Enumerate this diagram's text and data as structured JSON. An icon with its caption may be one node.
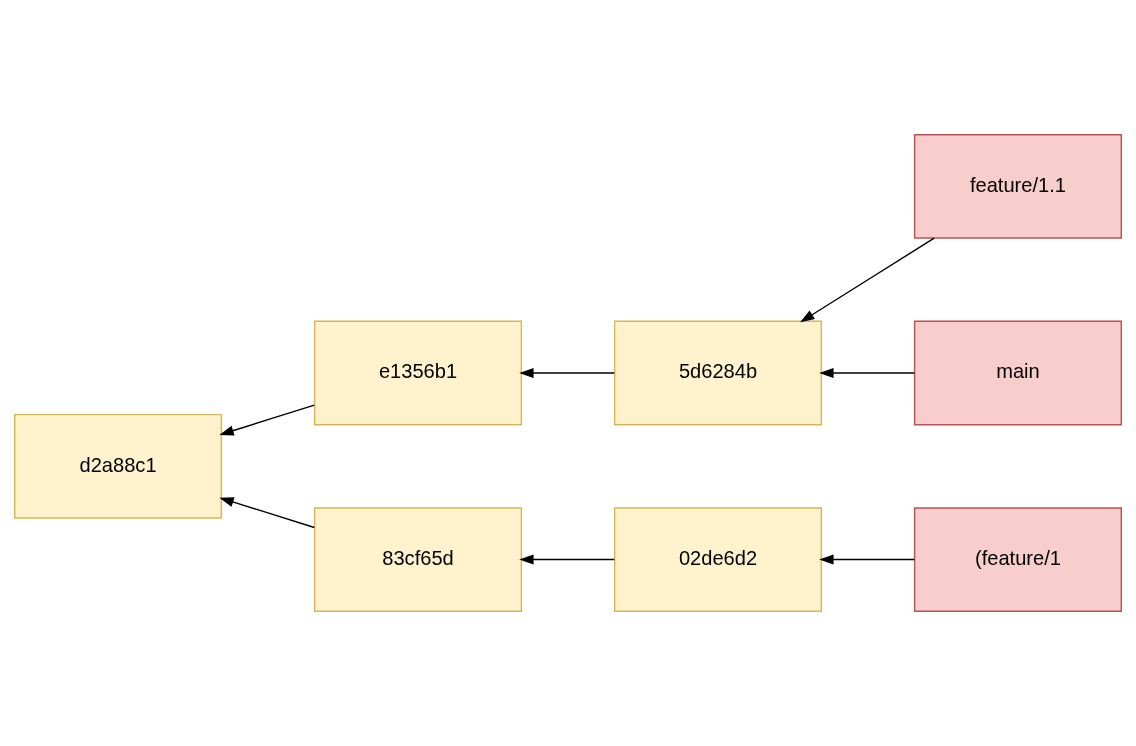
{
  "diagram": {
    "nodes": [
      {
        "text": [
          "feature/1.1"
        ]
      },
      {
        "text": [
          "main"
        ]
      },
      {
        "text": [
          "e1356b1"
        ]
      },
      {
        "text": [
          "5d6284b"
        ]
      },
      {
        "text": [
          "d2a88c1"
        ]
      },
      {
        "text": [
          "(feature/1"
        ]
      },
      {
        "text": [
          "83cf65d"
        ]
      },
      {
        "text": [
          "02de6d2"
        ]
      }
    ],
    "edges": [
      {
        "from": 0,
        "to": 3,
        "arrow": "to"
      },
      {
        "from": 1,
        "to": 3,
        "arrow": "to"
      },
      {
        "from": 3,
        "to": 2,
        "arrow": "to"
      },
      {
        "from": 2,
        "to": 4,
        "arrow": "to"
      },
      {
        "from": 5,
        "to": 7,
        "arrow": "to"
      },
      {
        "from": 7,
        "to": 6,
        "arrow": "to"
      },
      {
        "from": 6,
        "to": 4,
        "arrow": "to"
      }
    ]
  }
}
